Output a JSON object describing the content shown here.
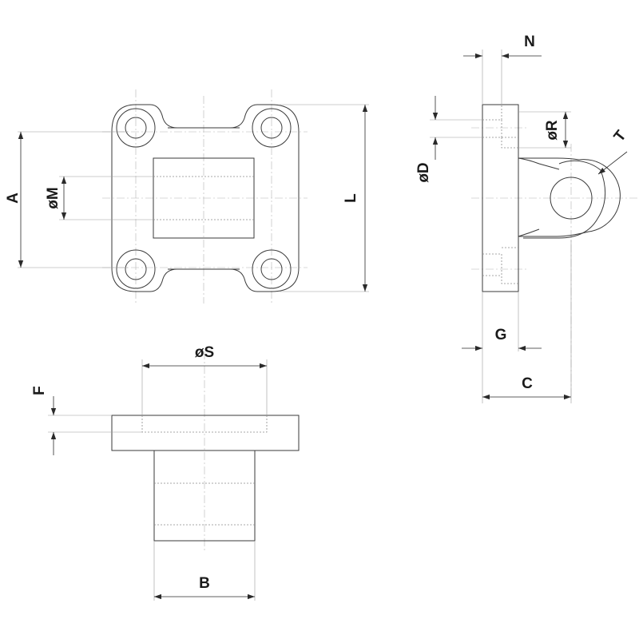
{
  "labels": {
    "A": "A",
    "M": "øM",
    "L": "L",
    "N": "N",
    "R": "øR",
    "T": "T",
    "D": "øD",
    "G": "G",
    "C": "C",
    "S": "øS",
    "F": "F",
    "B": "B"
  },
  "colors": {
    "outline": "#3a3a3a",
    "dimension": "#2a2a2a",
    "hidden_line": "#8a8a8a",
    "center_line": "#b5b5b5"
  }
}
